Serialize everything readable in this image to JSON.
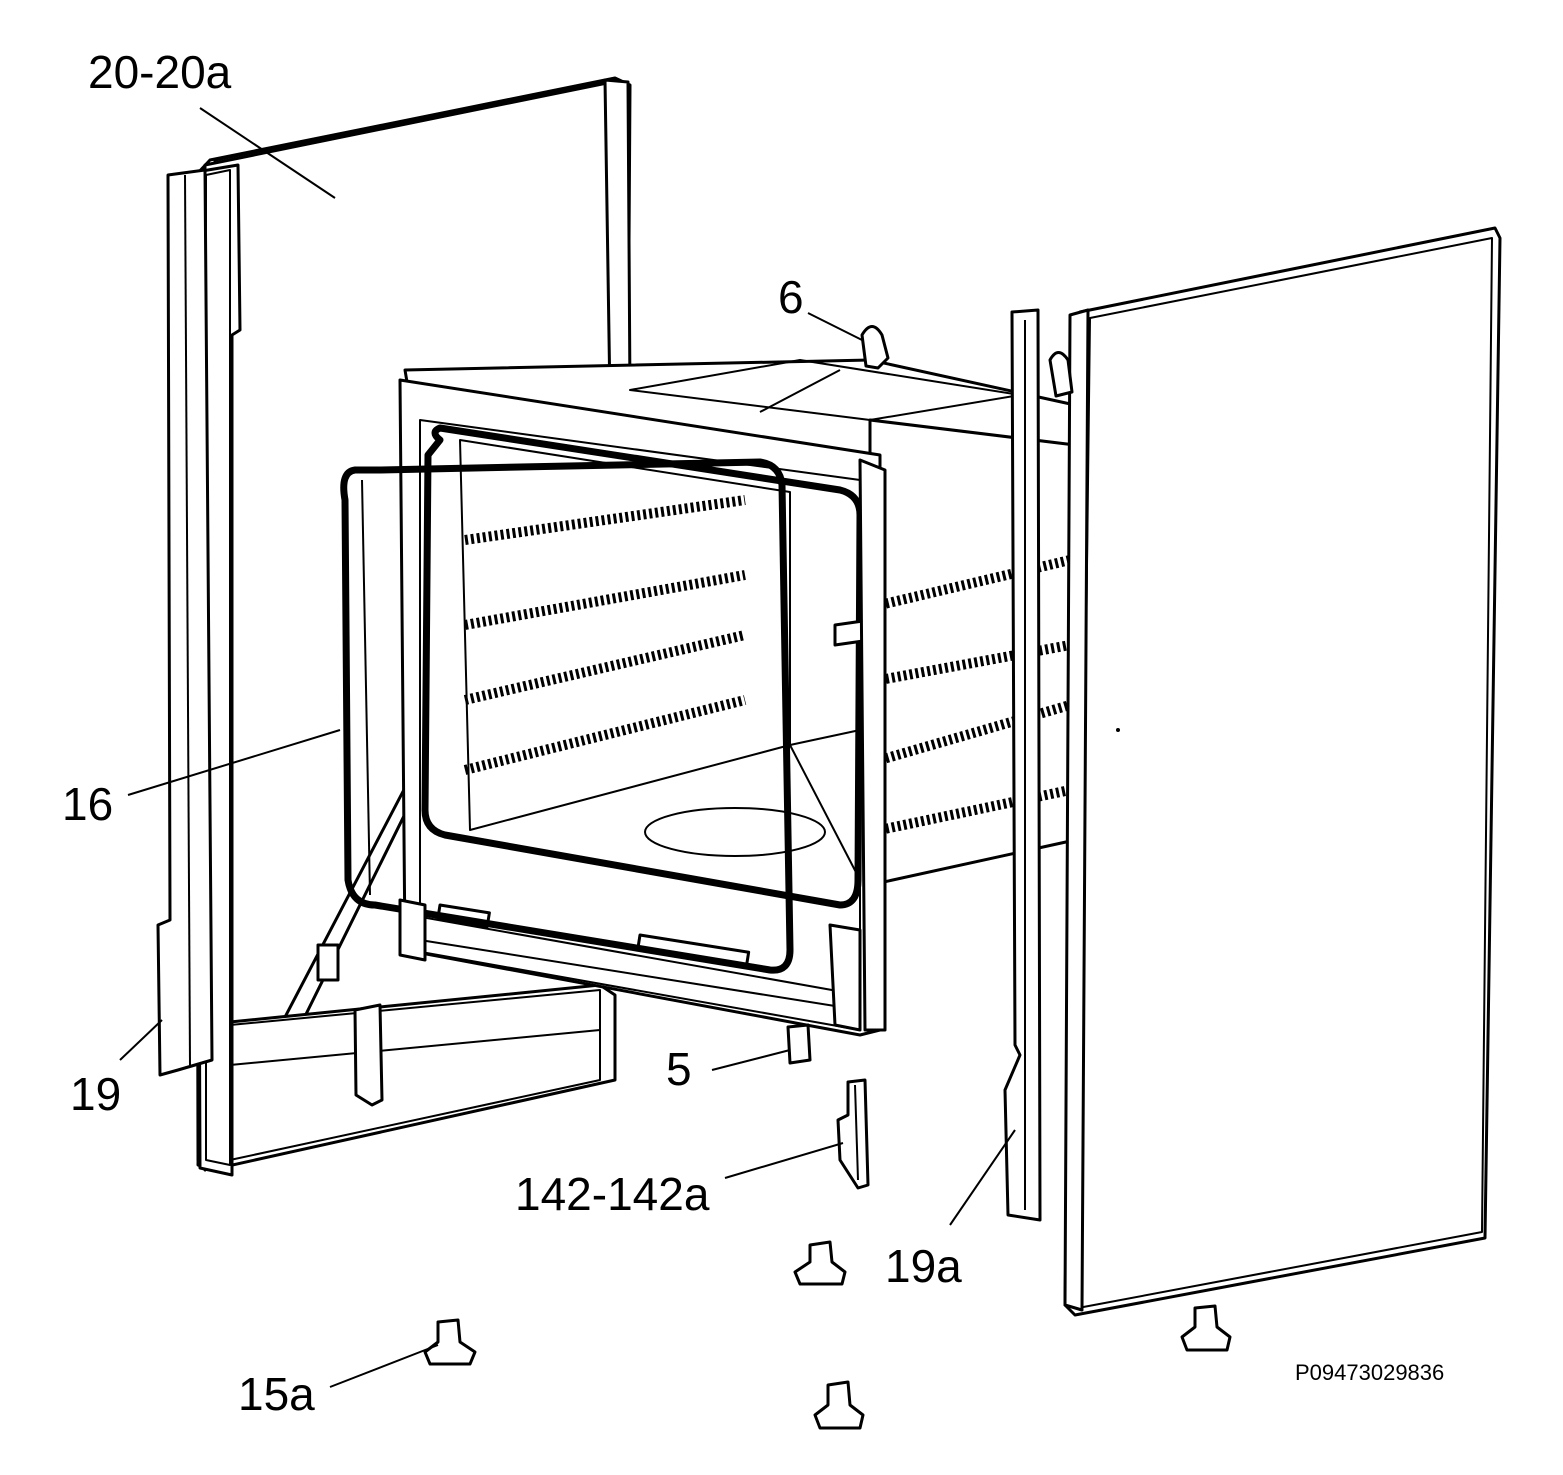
{
  "diagram": {
    "reference_code": "P09473029836",
    "callouts": [
      {
        "id": "20-20a",
        "label": "20-20a"
      },
      {
        "id": "6",
        "label": "6"
      },
      {
        "id": "16",
        "label": "16"
      },
      {
        "id": "19",
        "label": "19"
      },
      {
        "id": "5",
        "label": "5"
      },
      {
        "id": "142-142a",
        "label": "142-142a"
      },
      {
        "id": "19a",
        "label": "19a"
      },
      {
        "id": "15a",
        "label": "15a"
      }
    ]
  }
}
